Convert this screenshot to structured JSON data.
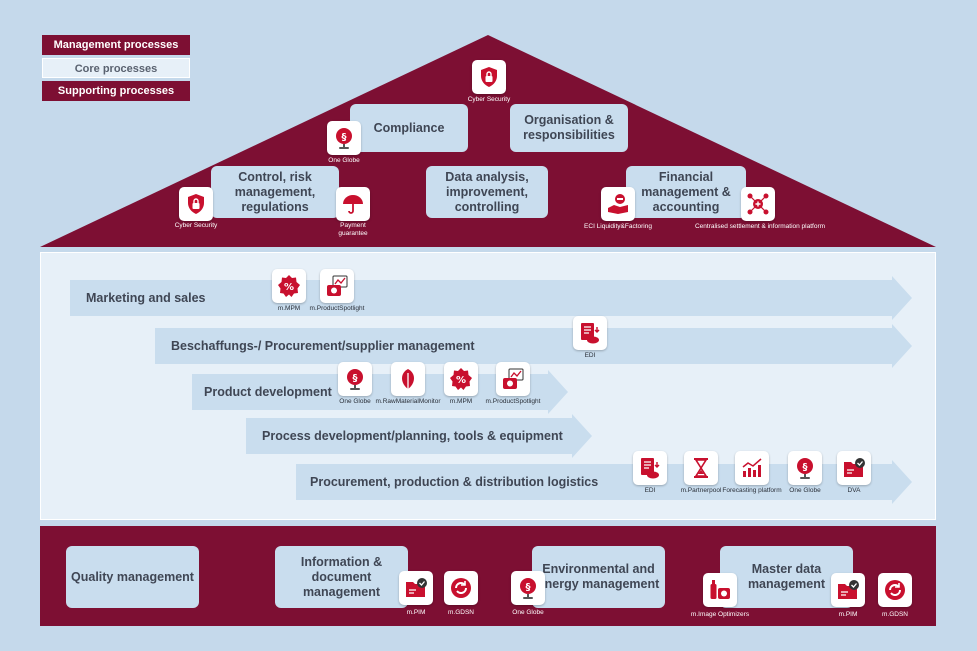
{
  "legend": {
    "management": "Management processes",
    "core": "Core processes",
    "supporting": "Supporting processes"
  },
  "colors": {
    "management": "#7d0f33",
    "core": "#c9ddee",
    "accent": "#e30613",
    "background": "#c5d9eb"
  },
  "management": {
    "boxes": {
      "compliance": "Compliance",
      "organisation": "Organisation & responsibilities",
      "control": "Control, risk management, regulations",
      "data_analysis": "Data analysis, improvement, controlling",
      "financial": "Financial management & accounting"
    },
    "icons": {
      "cyber_top": "Cyber Security",
      "one_globe": "One Globe",
      "cyber_left": "Cyber Security",
      "payment": "Payment guarantee",
      "eci": "ECI Liquidity&Factoring",
      "centralised": "Centralised settlement & information platform"
    }
  },
  "core": {
    "arrows": {
      "marketing": "Marketing and sales",
      "procurement": "Beschaffungs-/ Procurement/supplier management",
      "product_dev": "Product development",
      "process_dev": "Process development/planning, tools & equipment",
      "logistics": "Procurement, production & distribution logistics"
    },
    "icons": {
      "m_mpm_1": "m.MPM",
      "m_spotlight_1": "m.ProductSpotlight",
      "edi_1": "EDI",
      "one_globe_2": "One Globe",
      "raw_material": "m.RawMaterialMonitor",
      "m_mpm_2": "m.MPM",
      "m_spotlight_2": "m.ProductSpotlight",
      "edi_2": "EDI",
      "partnerpool": "m.Partnerpool",
      "forecasting": "Forecasting platform",
      "one_globe_3": "One Globe",
      "dva": "DVA"
    }
  },
  "support": {
    "boxes": {
      "quality": "Quality management",
      "information": "Information & document management",
      "environmental": "Environmental and energy management",
      "master_data": "Master data management"
    },
    "icons": {
      "m_pim_1": "m.PIM",
      "m_gdsn_1": "m.GDSN",
      "one_globe_4": "One Globe",
      "image_optimizers": "m.Image Optimizers",
      "m_pim_2": "m.PIM",
      "m_gdsn_2": "m.GDSN"
    }
  }
}
